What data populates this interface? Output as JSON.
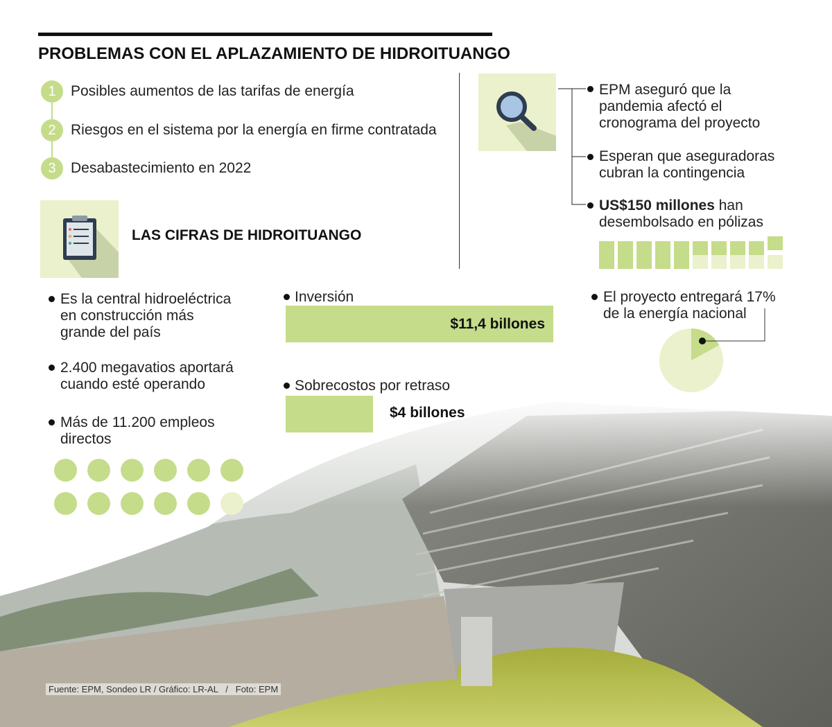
{
  "title": "PROBLEMAS CON EL APLAZAMIENTO DE HIDROITUANGO",
  "problems": [
    {
      "n": "1",
      "text": "Posibles aumentos de las tarifas de energía"
    },
    {
      "n": "2",
      "text": "Riesgos en el sistema por la energía en firme contratada"
    },
    {
      "n": "3",
      "text": "Desabastecimiento en 2022"
    }
  ],
  "figures_heading": "LAS CIFRAS DE HIDROITUANGO",
  "epm_notes": {
    "note1": [
      "EPM aseguró que la",
      "pandemia afectó el",
      "cronograma del proyecto"
    ],
    "note2": [
      "Esperan que aseguradoras",
      "cubran la contingencia"
    ],
    "note3_bold": "US$150 millones",
    "note3_rest": " han",
    "note3_line2": "desembolsado en pólizas",
    "squares_total": 20,
    "squares_filled": 15
  },
  "facts": [
    [
      "Es la central hidroeléctrica",
      "en construcción más",
      "grande del país"
    ],
    [
      "2.400 megavatios aportará",
      "cuando esté operando"
    ],
    [
      "Más de 11.200 empleos",
      "directos"
    ]
  ],
  "circles_total": 12,
  "circles_filled": 11,
  "investment": {
    "label": "Inversión",
    "value": "$11,4 billones",
    "amount": 11.4
  },
  "overrun": {
    "label": "Sobrecostos por retraso",
    "value": "$4 billones",
    "amount": 4
  },
  "energy": {
    "line1": "El proyecto entregará 17%",
    "line2": "de la energía nacional",
    "percent": 17
  },
  "colors": {
    "accent": "#c5dc8a",
    "light": "#eaf1cc"
  },
  "footer": "Fuente: EPM, Sondeo LR / Gráfico: LR-AL   /   Foto: EPM"
}
